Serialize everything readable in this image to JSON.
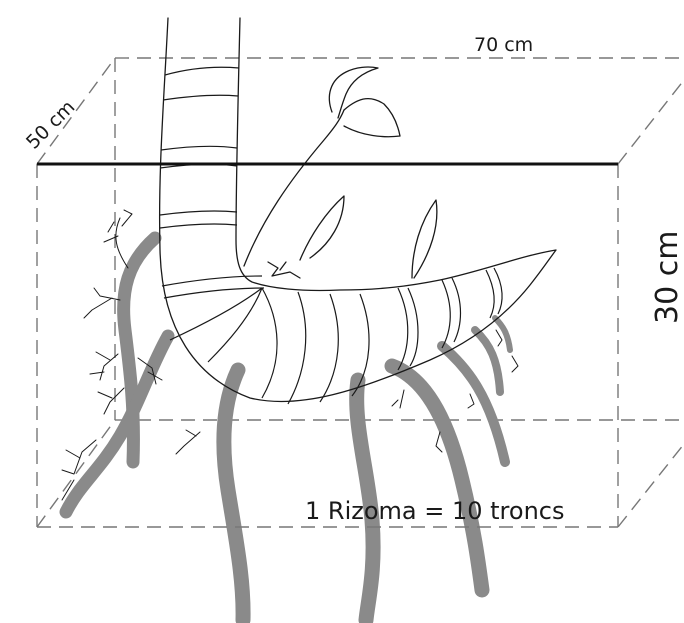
{
  "dimensions": {
    "width_label": "70 cm",
    "depth_label": "50 cm",
    "height_label": "30 cm"
  },
  "caption": "1 Rizoma = 10 troncs",
  "colors": {
    "line": "#1a1a1a",
    "dashed_box": "#777777",
    "roots": "#8a8a8a"
  }
}
